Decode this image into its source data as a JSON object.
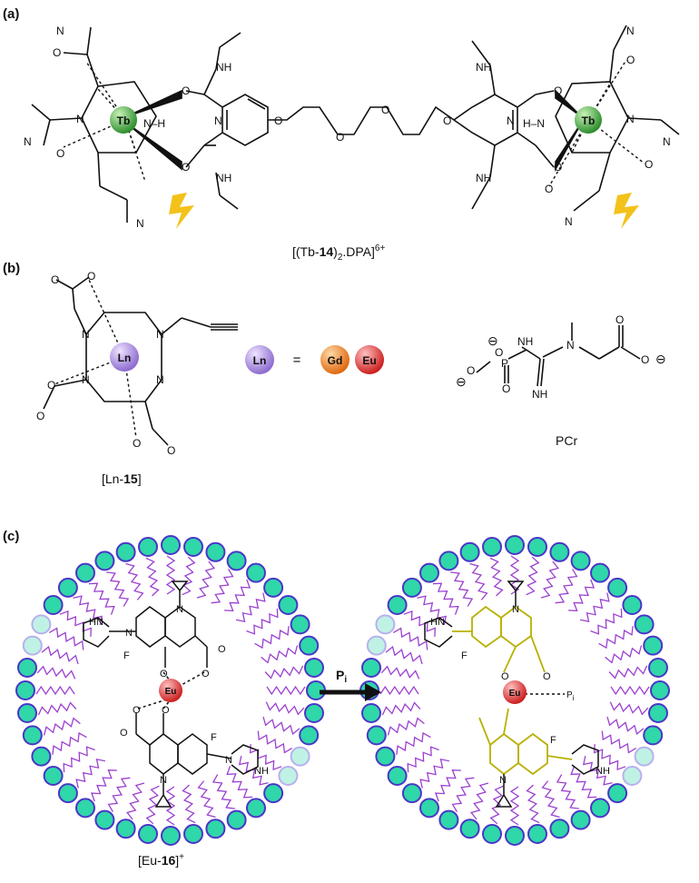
{
  "panels": {
    "a": {
      "label": "(a)",
      "metal_left": "Tb",
      "metal_right": "Tb",
      "caption_pre": "[(Tb-",
      "caption_num": "14",
      "caption_post": ")",
      "caption_sub": "2",
      "caption_tail": ".DPA]",
      "caption_charge": "6+",
      "atoms": {
        "N": "N",
        "O": "O",
        "NH": "NH",
        "NH_H": "N–H",
        "H_N": "H–N"
      }
    },
    "b": {
      "label": "(b)",
      "complex_metal": "Ln",
      "eq_metal": "Ln",
      "equals": "=",
      "metal_gd": "Gd",
      "metal_eu": "Eu",
      "complex_caption_pre": "[Ln-",
      "complex_caption_num": "15",
      "complex_caption_post": "]",
      "pcr_caption": "PCr",
      "pcr_atoms": {
        "P": "P",
        "NH": "NH",
        "N": "N",
        "O": "O"
      }
    },
    "c": {
      "label": "(c)",
      "metal_left": "Eu",
      "metal_right": "Eu",
      "analyte": "P",
      "analyte_sub": "i",
      "bound_analyte": "P",
      "bound_analyte_sub": "i",
      "caption_pre": "[Eu-",
      "caption_num": "16",
      "caption_post": "]",
      "caption_charge": "+",
      "atoms": {
        "F": "F",
        "N": "N",
        "HN": "HN",
        "NH": "NH",
        "O": "O"
      }
    }
  },
  "colors": {
    "terbium": "#3aa33a",
    "lanthanide": "#a78bd6",
    "gadolinium": "#f08a2c",
    "europium": "#e23a3a",
    "lipid_head": "#2fd7a9",
    "lipid_ring": "#4a35c8",
    "lipid_tail": "#9b3fd0",
    "lightning": "#f3c21a",
    "bound_ligand": "#b8b000"
  }
}
